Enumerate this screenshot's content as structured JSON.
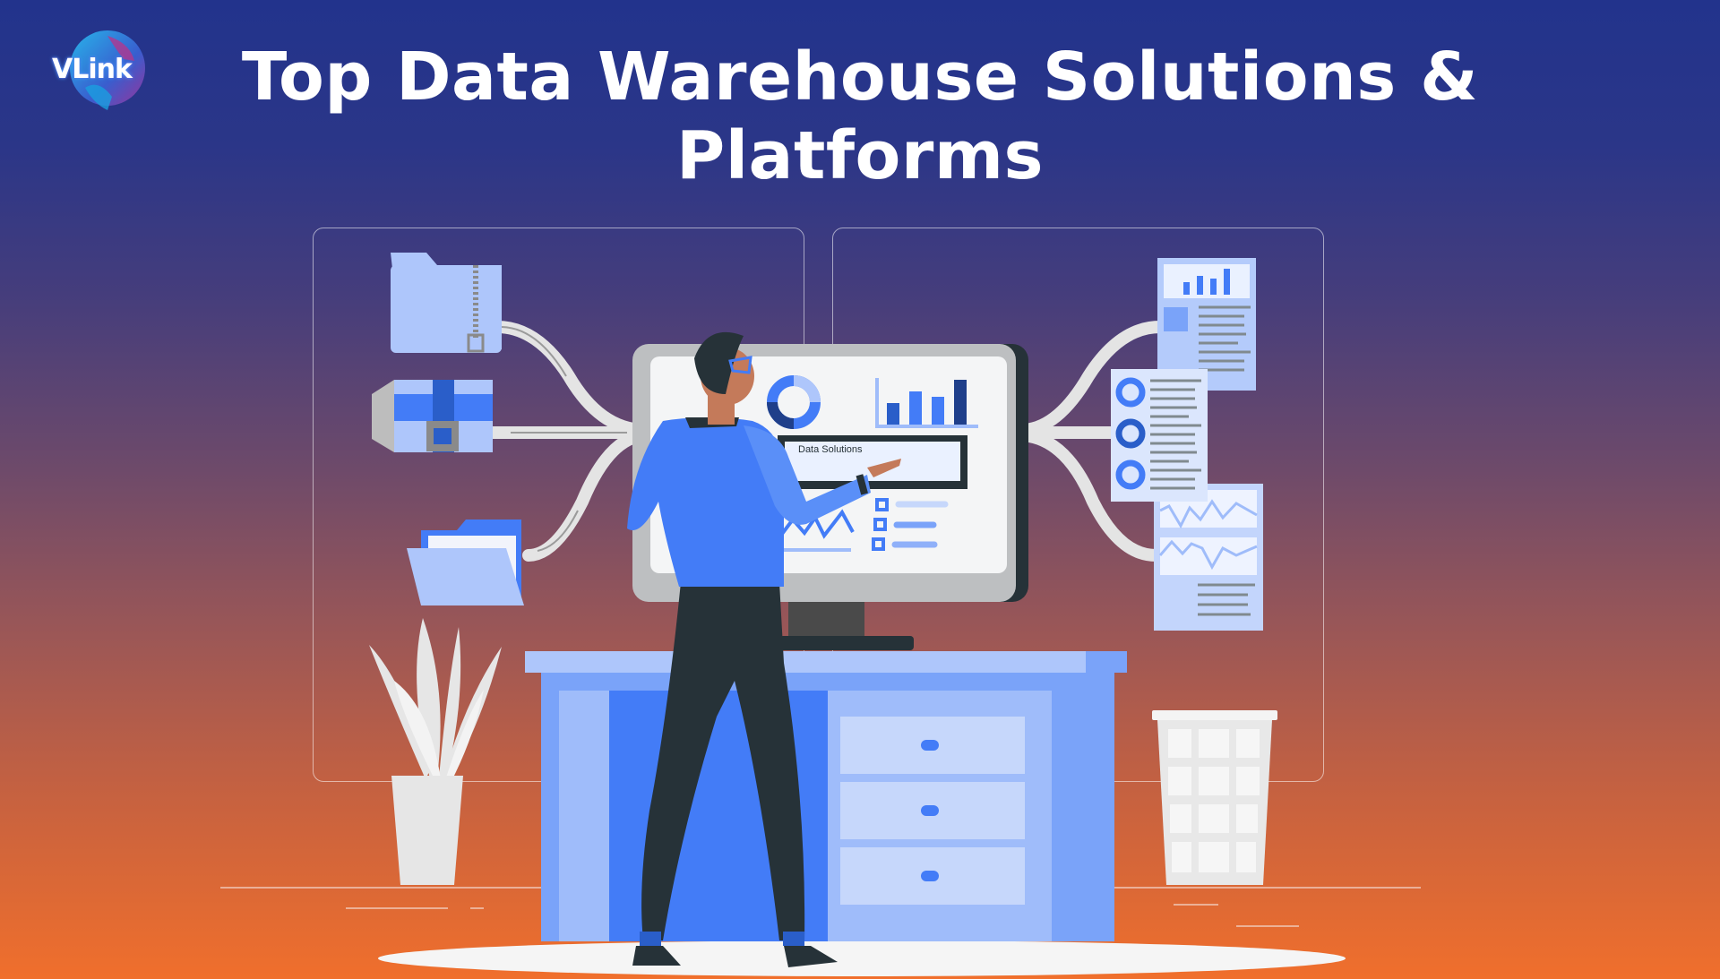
{
  "brand": {
    "logo_text": "VLink",
    "logo_icon": "globe-icon"
  },
  "header": {
    "title_line1": "Top Data Warehouse Solutions &",
    "title_line2": "Platforms"
  },
  "illustration": {
    "monitor_screen_label": "Data Solutions",
    "left_items": [
      "zip-folder-icon",
      "archive-box-icon",
      "open-folder-icon"
    ],
    "right_items": [
      "bar-chart-report-icon",
      "donut-report-icon",
      "line-chart-report-icon"
    ],
    "colors": {
      "blue": "#437cf7",
      "light_blue": "#aec6fb",
      "dark": "#263238",
      "skin": "#c47a5a",
      "grey": "#e6e6e6"
    }
  }
}
